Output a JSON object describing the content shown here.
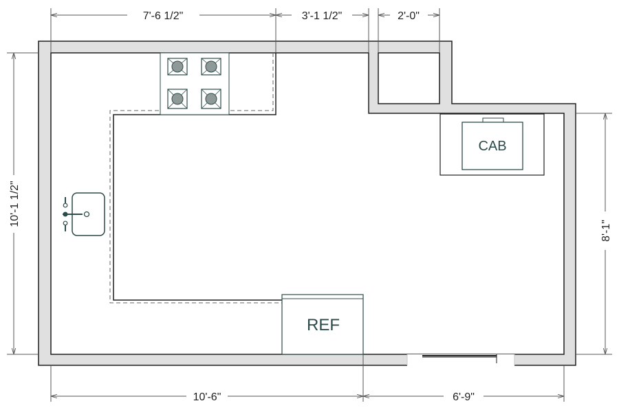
{
  "dimensions": {
    "top_counter": "7'-6 1/2\"",
    "top_middle": "3'-1 1/2\"",
    "top_alcove": "2'-0\"",
    "left_height": "10'-1 1/2\"",
    "right_height": "8'-1\"",
    "bottom_left": "10'-6\"",
    "bottom_right": "6'-9\""
  },
  "fixtures": {
    "refrigerator_label": "REF",
    "cabinet_label": "CAB"
  },
  "colors": {
    "wall_fill": "#e0e0e0",
    "wall_line": "#1e1e1e",
    "fixture_line": "#2d4a4a",
    "dimension_line": "#555555",
    "burner_fill": "#8f9a98"
  }
}
